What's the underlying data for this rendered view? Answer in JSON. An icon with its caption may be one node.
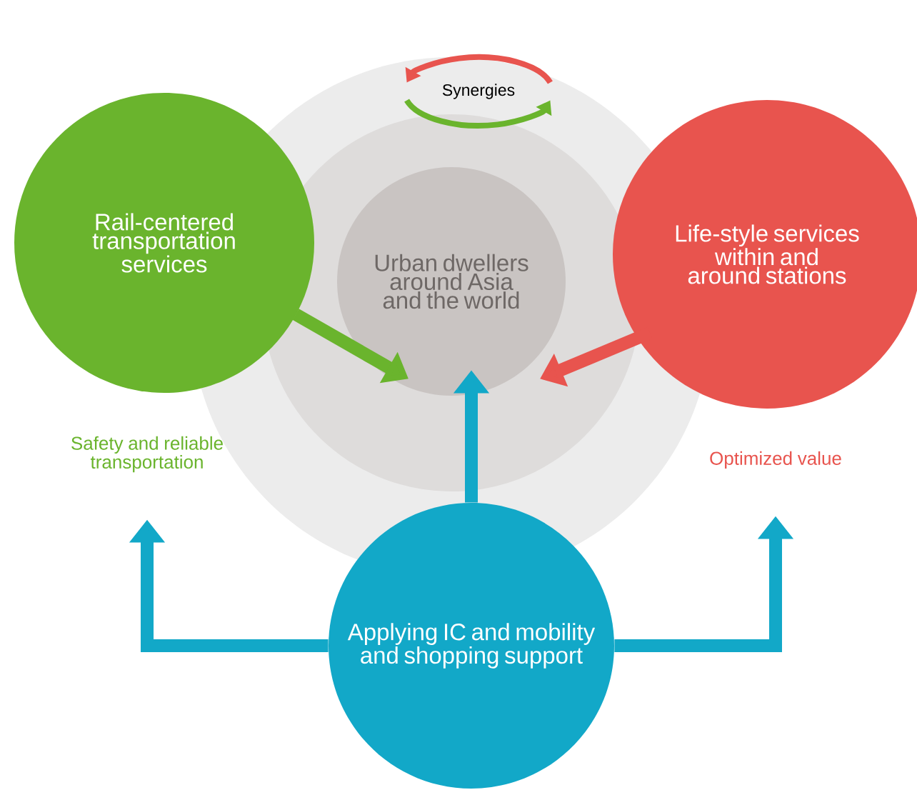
{
  "diagram": {
    "nodes": [
      {
        "text": [
          "Rail-centered transportation services"
        ]
      },
      {
        "text": [
          "Urban dwellers around Asia and the world"
        ]
      },
      {
        "text": [
          "Life-style services within and around stations"
        ]
      },
      {
        "text": [
          "Applying IC and mobility and shopping support"
        ]
      },
      {
        "text": [
          "Safety and reliable transportation"
        ]
      },
      {
        "text": [
          "Optimized value"
        ]
      }
    ],
    "edges": [
      {
        "from": 0,
        "to": 1,
        "arrow": "to",
        "color": "#6ab42d"
      },
      {
        "from": 2,
        "to": 1,
        "arrow": "to",
        "color": "#e8544e"
      },
      {
        "from": 3,
        "to": 1,
        "arrow": "to"
      },
      {
        "from": 3,
        "to": 4,
        "arrow": "to"
      },
      {
        "from": 3,
        "to": 5,
        "arrow": "to"
      }
    ],
    "labels": [
      "Synergies"
    ]
  }
}
